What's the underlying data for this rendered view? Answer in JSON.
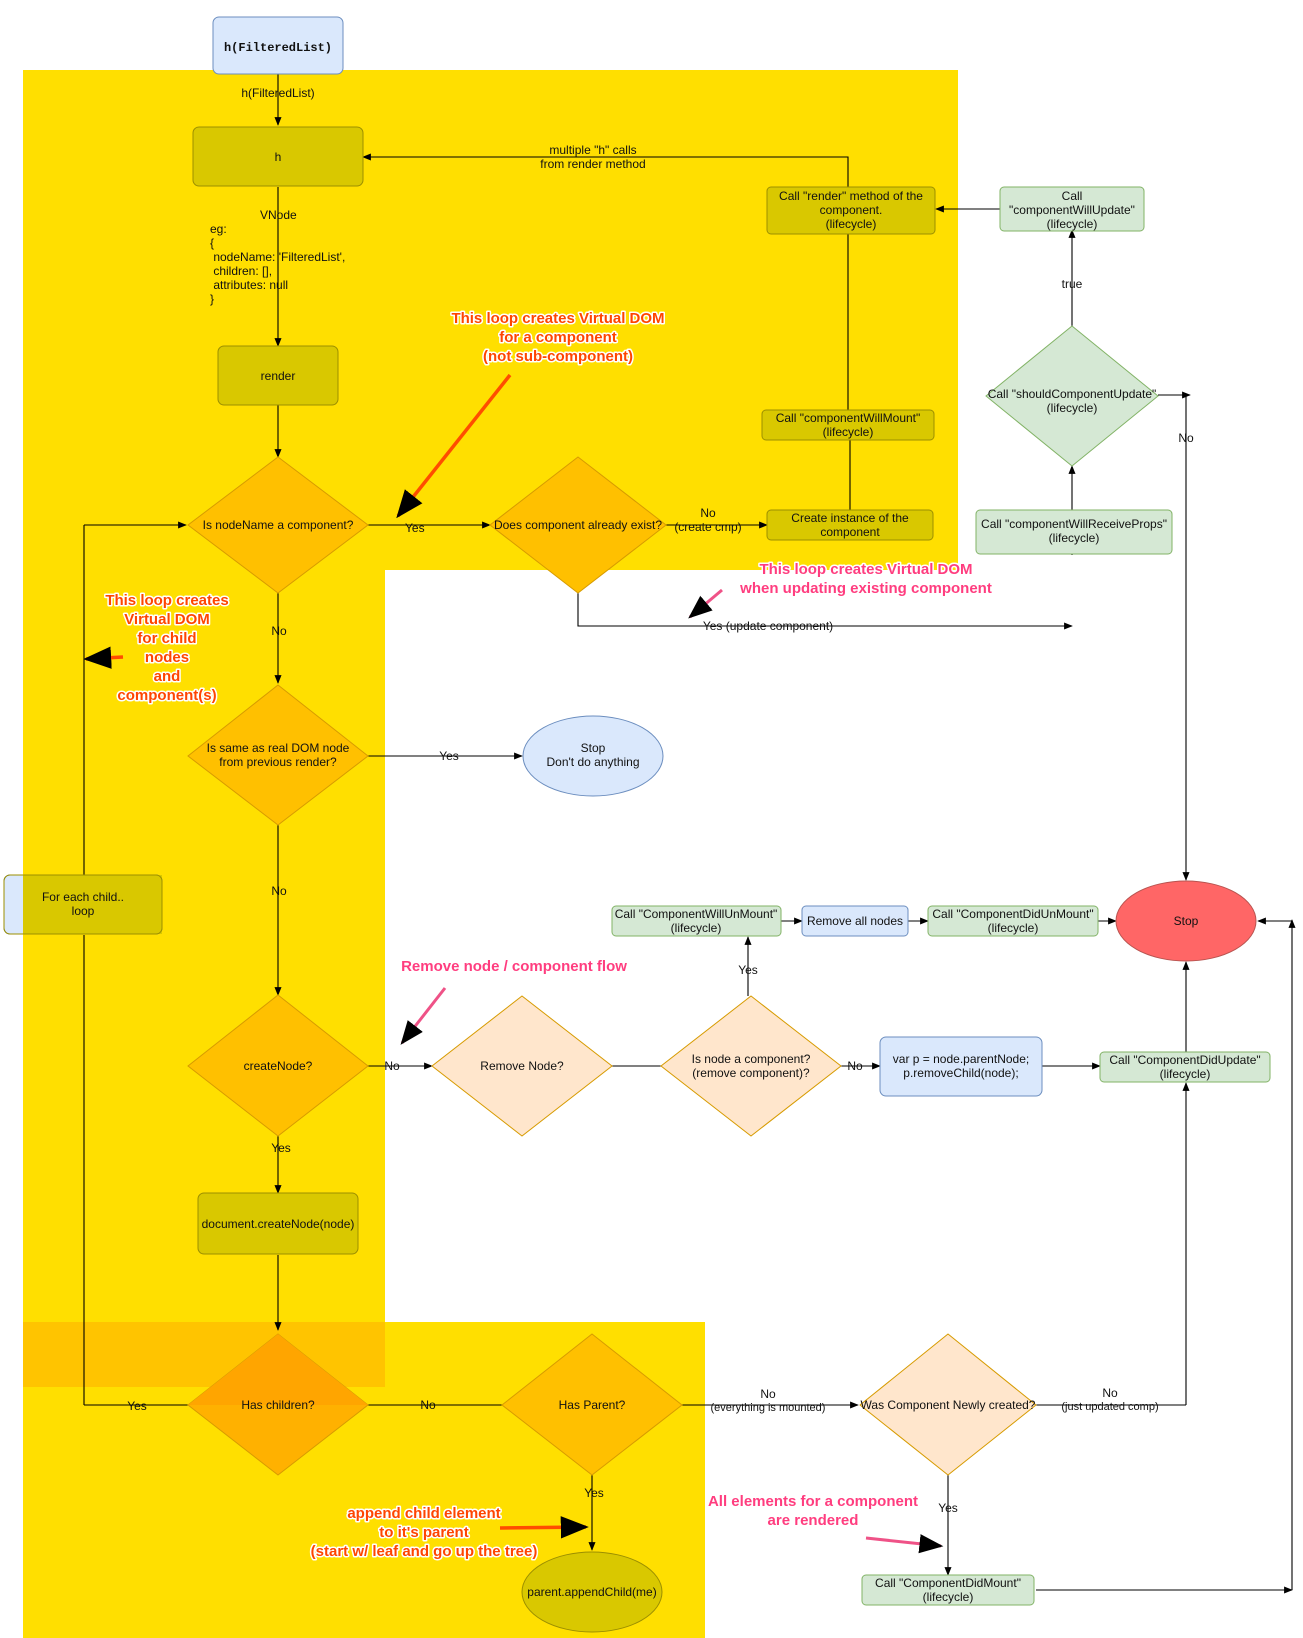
{
  "colors": {
    "yellow_region": "#ffdf00",
    "region_overlap": "#ffc400",
    "olive_box": "#d9c800",
    "olive_border": "#9c8f00",
    "amber_diamond": "#ffc000",
    "amber_border": "#d79b00",
    "peach": "#ffe6cc",
    "green": "#d5e8d4",
    "green_border": "#82b366",
    "blue": "#dae8fc",
    "blue_border": "#6c8ebf",
    "stop_red": "#ff6666",
    "note_orange": "#ff4500",
    "note_pink": "#ff3d7f",
    "arrow_orange": "#ff4d00",
    "arrow_pink": "#ef5287"
  },
  "nodes": {
    "start": "h(FilteredList)",
    "h": "h",
    "render": "render",
    "is_component": "Is nodeName a component?",
    "already_exist": "Does component already exist?",
    "create_instance": [
      "Create instance of the",
      "component"
    ],
    "will_mount": [
      "Call \"componentWillMount\"",
      "(lifecycle)"
    ],
    "render_method": [
      "Call \"render\" method of the",
      "component.",
      "(lifecycle)"
    ],
    "will_update": [
      "Call",
      "\"componentWillUpdate\"",
      "(lifecycle)"
    ],
    "should_update": [
      "Call \"shouldComponentUpdate\"",
      "(lifecycle)"
    ],
    "will_receive_props": [
      "Call \"componentWillReceiveProps\"",
      "(lifecycle)"
    ],
    "same_as_real": [
      "Is same as real DOM node",
      "from previous render?"
    ],
    "stop_nothing": [
      "Stop",
      "Don't do anything"
    ],
    "for_each_child": [
      "For each child..",
      "loop"
    ],
    "create_node": "createNode?",
    "remove_node": "Remove Node?",
    "is_node_component": [
      "Is node a component?",
      "(remove component)?"
    ],
    "remove_child": [
      "var p = node.parentNode;",
      "p.removeChild(node);"
    ],
    "will_unmount": [
      "Call \"ComponentWillUnMount\"",
      "(lifecycle)"
    ],
    "remove_all": "Remove all nodes",
    "did_unmount": [
      "Call \"ComponentDidUnMount\"",
      "(lifecycle)"
    ],
    "stop": "Stop",
    "did_update": [
      "Call \"ComponentDidUpdate\"",
      "(lifecycle)"
    ],
    "document_create": "document.createNode(node)",
    "has_children": "Has children?",
    "has_parent": "Has Parent?",
    "newly_created": "Was Component Newly created?",
    "append_child": "parent.appendChild(me)",
    "did_mount": [
      "Call \"ComponentDidMount\"",
      "(lifecycle)"
    ]
  },
  "edge_labels": {
    "start_to_h": "h(FilteredList)",
    "vnode": [
      "VNode",
      "eg:",
      "{",
      " nodeName: 'FilteredList',",
      " children: [],",
      " attributes: null",
      "}"
    ],
    "multiple_h": [
      "multiple \"h\" calls",
      "from render method"
    ],
    "yes_1": "Yes",
    "no_create": [
      "No",
      "(create cmp)"
    ],
    "yes_update": "Yes (update component)",
    "true": "true",
    "no_should": "No",
    "no_1": "No",
    "yes_same": "Yes",
    "no_2": "No",
    "no_create_node": "No",
    "yes_create_node": "Yes",
    "yes_remove_comp": "Yes",
    "no_remove_comp": "No",
    "yes_children": "Yes",
    "no_children": "No",
    "no_parent": [
      "No",
      "(everything is mounted)"
    ],
    "yes_parent": "Yes",
    "no_newly": [
      "No",
      "(just updated comp)"
    ],
    "yes_newly": "Yes"
  },
  "notes": {
    "component_loop": [
      "This loop creates Virtual DOM",
      "for a component",
      "(not sub-component)"
    ],
    "child_loop": [
      "This loop creates",
      "Virtual DOM",
      "for child",
      "nodes",
      "and",
      "component(s)"
    ],
    "update_loop": [
      "This loop creates Virtual DOM",
      "when updating existing component"
    ],
    "remove_flow": "Remove node / component flow",
    "append_note": [
      "append child element",
      "to it's parent",
      "(start w/ leaf and go up the tree)"
    ],
    "rendered_note": [
      "All elements for a component",
      "are rendered"
    ]
  }
}
